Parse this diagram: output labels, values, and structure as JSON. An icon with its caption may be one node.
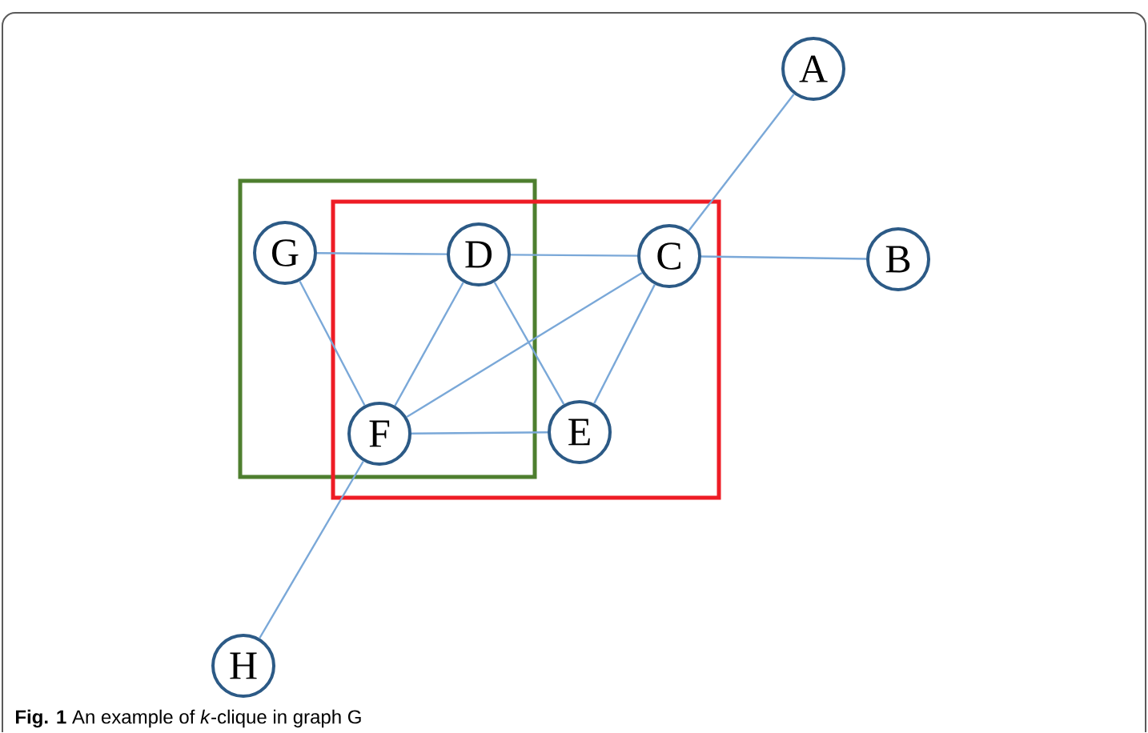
{
  "diagram": {
    "caption": "**Fig. 1** An example of *k*-clique in graph G",
    "nodes": [
      {
        "text": [
          "A"
        ]
      },
      {
        "text": [],
        "shape": "box"
      },
      {
        "text": [],
        "shape": "box"
      },
      {
        "text": [
          "G"
        ],
        "in": 1
      },
      {
        "text": [
          "D"
        ]
      },
      {
        "text": [
          "C"
        ],
        "in": 2
      },
      {
        "text": [
          "B"
        ]
      },
      {
        "text": [
          "F"
        ]
      },
      {
        "text": [
          "E"
        ],
        "in": 2
      },
      {
        "text": [
          "H"
        ]
      }
    ],
    "edges": [
      {
        "from": 0,
        "to": 5,
        "arrow": "none"
      },
      {
        "from": 5,
        "to": 6,
        "arrow": "none"
      },
      {
        "from": 3,
        "to": 4,
        "arrow": "none"
      },
      {
        "from": 4,
        "to": 5,
        "arrow": "none"
      },
      {
        "from": 3,
        "to": 7,
        "arrow": "none"
      },
      {
        "from": 4,
        "to": 7,
        "arrow": "none"
      },
      {
        "from": 4,
        "to": 8,
        "arrow": "none"
      },
      {
        "from": 5,
        "to": 7,
        "arrow": "none"
      },
      {
        "from": 5,
        "to": 8,
        "arrow": "none"
      },
      {
        "from": 7,
        "to": 8,
        "arrow": "none"
      },
      {
        "from": 7,
        "to": 9,
        "arrow": "none"
      }
    ]
  }
}
